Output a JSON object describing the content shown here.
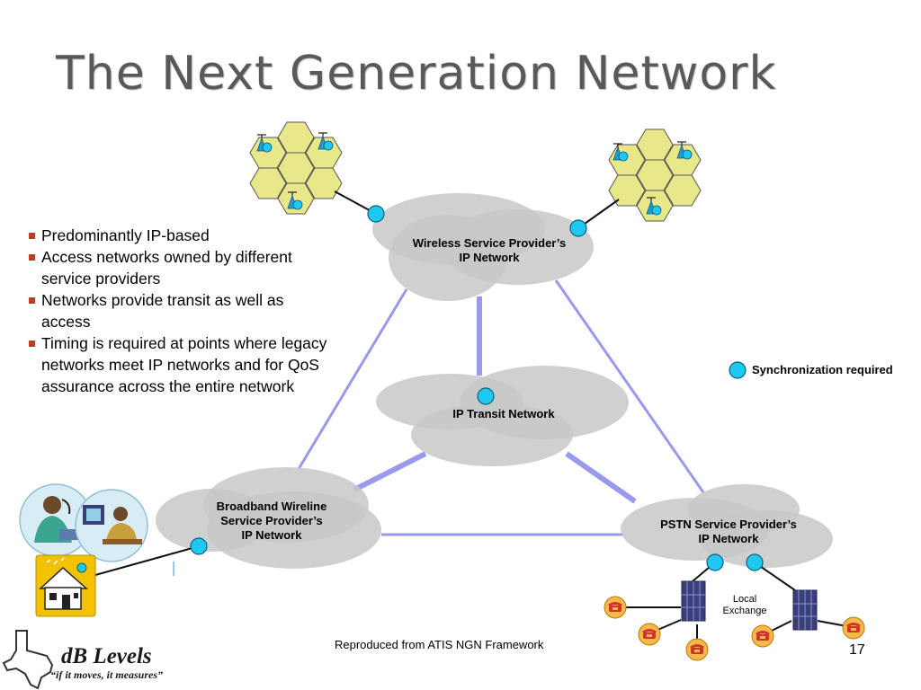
{
  "slide": {
    "title": "The Next Generation Network",
    "bullets": [
      "Predominantly IP-based",
      "Access networks owned by different service providers",
      "Networks provide transit as well as access",
      "Timing is required at points where legacy networks meet IP networks and for QoS assurance across the entire network"
    ],
    "source_note": "Reproduced from ATIS NGN Framework",
    "page_number": "17"
  },
  "diagram": {
    "networks": {
      "wireless": {
        "line1": "Wireless Service Provider’s",
        "line2": "IP Network"
      },
      "transit": {
        "line1": "IP Transit Network"
      },
      "broadband": {
        "line1": "Broadband Wireline",
        "line2": "Service Provider’s",
        "line3": "IP Network"
      },
      "pstn": {
        "line1": "PSTN Service Provider’s",
        "line2": "IP Network"
      }
    },
    "local_exchange": {
      "line1": "Local",
      "line2": "Exchange"
    },
    "legend": {
      "label": "Synchronization required"
    },
    "colors": {
      "cloud": "#c8c8c8",
      "link": "#9999ee",
      "sync_point": "#1ec8f0",
      "cell": "#e8e88a",
      "bullet": "#c0392b"
    },
    "icons": [
      "cell-cluster-icon",
      "antenna-icon",
      "telephone-icon",
      "switch-rack-icon",
      "house-icon",
      "person-icon",
      "texas-outline-icon"
    ]
  },
  "logo": {
    "brand": "dB Levels",
    "tagline": "“if it moves, it measures”"
  }
}
